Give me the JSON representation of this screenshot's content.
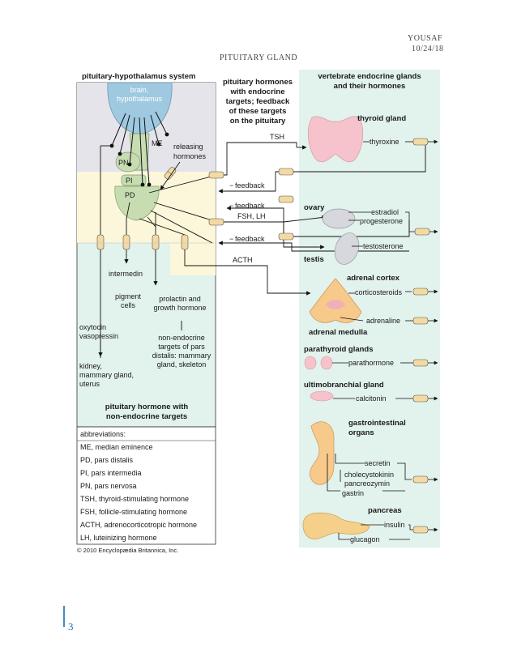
{
  "header": {
    "author": "YOUSAF",
    "date": "10/24/18",
    "title": "PITUITARY GLAND"
  },
  "page_number": "3",
  "left_panel": {
    "title": "pituitary-hypothalamus system",
    "brain": [
      "brain,",
      "hypothalamus"
    ],
    "me": "ME",
    "pn": "PN",
    "pi": "PI",
    "pd": "PD",
    "releasing": [
      "releasing",
      "hormones"
    ],
    "intermedin": "intermedin",
    "pigment": [
      "pigment",
      "cells"
    ],
    "prolactin": [
      "prolactin and",
      "growth hormone"
    ],
    "oxytocin": [
      "oxytocin",
      "vasopressin"
    ],
    "kidney": [
      "kidney,",
      "mammary gland,",
      "uterus"
    ],
    "nonendo": [
      "non-endocrine",
      "targets of pars",
      "distalis: mammary",
      "gland, skeleton"
    ],
    "footer_title": [
      "pituitary hormone with",
      "non-endocrine targets"
    ]
  },
  "middle_panel": {
    "title": [
      "pituitary hormones",
      "with endocrine",
      "targets; feedback",
      "of these targets",
      "on the pituitary"
    ],
    "tsh": "TSH",
    "feedback": "feedback",
    "fsh_lh": "FSH, LH",
    "acth": "ACTH"
  },
  "right_panel": {
    "title": [
      "vertebrate endocrine glands",
      "and their hormones"
    ],
    "thyroid": "thyroid gland",
    "thyroxine": "thyroxine",
    "ovary": "ovary",
    "estradiol": "estradiol",
    "progesterone": "progesterone",
    "testosterone": "testosterone",
    "testis": "testis",
    "adrenal_cortex": "adrenal cortex",
    "corticosteroids": "corticosteroids",
    "adrenaline": "adrenaline",
    "adrenal_medulla": "adrenal medulla",
    "parathyroid": "parathyroid glands",
    "parathormone": "parathormone",
    "ultimo": "ultimobranchial gland",
    "calcitonin": "calcitonin",
    "gi": [
      "gastrointestinal",
      "organs"
    ],
    "secretin": "secretin",
    "cck": [
      "cholecystokinin",
      "pancreozymin"
    ],
    "gastrin": "gastrin",
    "pancreas": "pancreas",
    "insulin": "insulin",
    "glucagon": "glucagon"
  },
  "abbreviations": {
    "heading": "abbreviations:",
    "items": [
      "ME, median eminence",
      "PD, pars distalis",
      "PI, pars intermedia",
      "PN, pars nervosa",
      "TSH, thyroid-stimulating hormone",
      "FSH, follicle-stimulating hormone",
      "ACTH, adrenocorticotropic hormone",
      "LH, luteinizing hormone"
    ]
  },
  "copyright": "© 2010 Encyclopædia Britannica, Inc.",
  "colors": {
    "hypothalamus": "#9ec9e0",
    "pituitary": "#c8dcb2",
    "cream": "#fcf7da",
    "mint": "#e2f2ec",
    "thyroid": "#f6c2cc",
    "adrenal": "#f7c98a",
    "pancreas": "#f5d08a",
    "capsule": "#f3d9a2"
  }
}
